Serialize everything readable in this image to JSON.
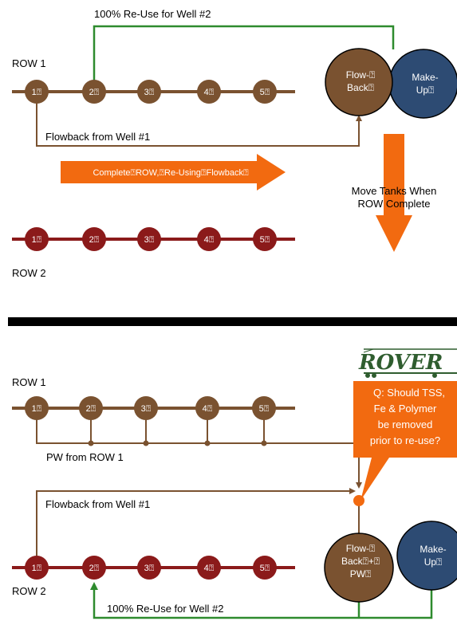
{
  "colors": {
    "brown": "#7a5230",
    "darkred": "#8b1a1a",
    "blue": "#2d4b73",
    "green": "#2e8b2e",
    "orange": "#f26a10",
    "black": "#000000",
    "logo_green": "#2f5d2f"
  },
  "top": {
    "reuse_label": "100% Re-Use for Well #2",
    "row1_label": "ROW 1",
    "row1_wells": [
      "1⍰",
      "2⍰",
      "3⍰",
      "4⍰",
      "5⍰"
    ],
    "flowback_label": "Flowback from Well #1",
    "tank_flowback": [
      "Flow-⍰",
      "Back⍰"
    ],
    "tank_makeup": [
      "Make-",
      "Up⍰"
    ],
    "complete_arrow": "Complete⍰ROW,⍰Re-Using⍰Flowback⍰",
    "move_tanks": [
      "Move Tanks When",
      "ROW Complete"
    ],
    "row2_wells": [
      "1⍰",
      "2⍰",
      "3⍰",
      "4⍰",
      "5⍰"
    ],
    "row2_label": "ROW 2"
  },
  "bottom": {
    "logo": "ROVER",
    "row1_label": "ROW 1",
    "row1_wells": [
      "1⍰",
      "2⍰",
      "3⍰",
      "4⍰",
      "5⍰"
    ],
    "pw_label": "PW from ROW 1",
    "question": [
      "Q: Should TSS,",
      "Fe & Polymer",
      "be removed",
      "prior to re-use?"
    ],
    "flowback_label": "Flowback from Well #1",
    "row2_wells": [
      "1⍰",
      "2⍰",
      "3⍰",
      "4⍰",
      "5⍰"
    ],
    "row2_label": "ROW 2",
    "tank_flowback": [
      "Flow-⍰",
      "Back⍰+⍰",
      "PW⍰"
    ],
    "tank_makeup": [
      "Make-",
      "Up⍰"
    ],
    "reuse_label": "100% Re-Use for Well #2"
  }
}
